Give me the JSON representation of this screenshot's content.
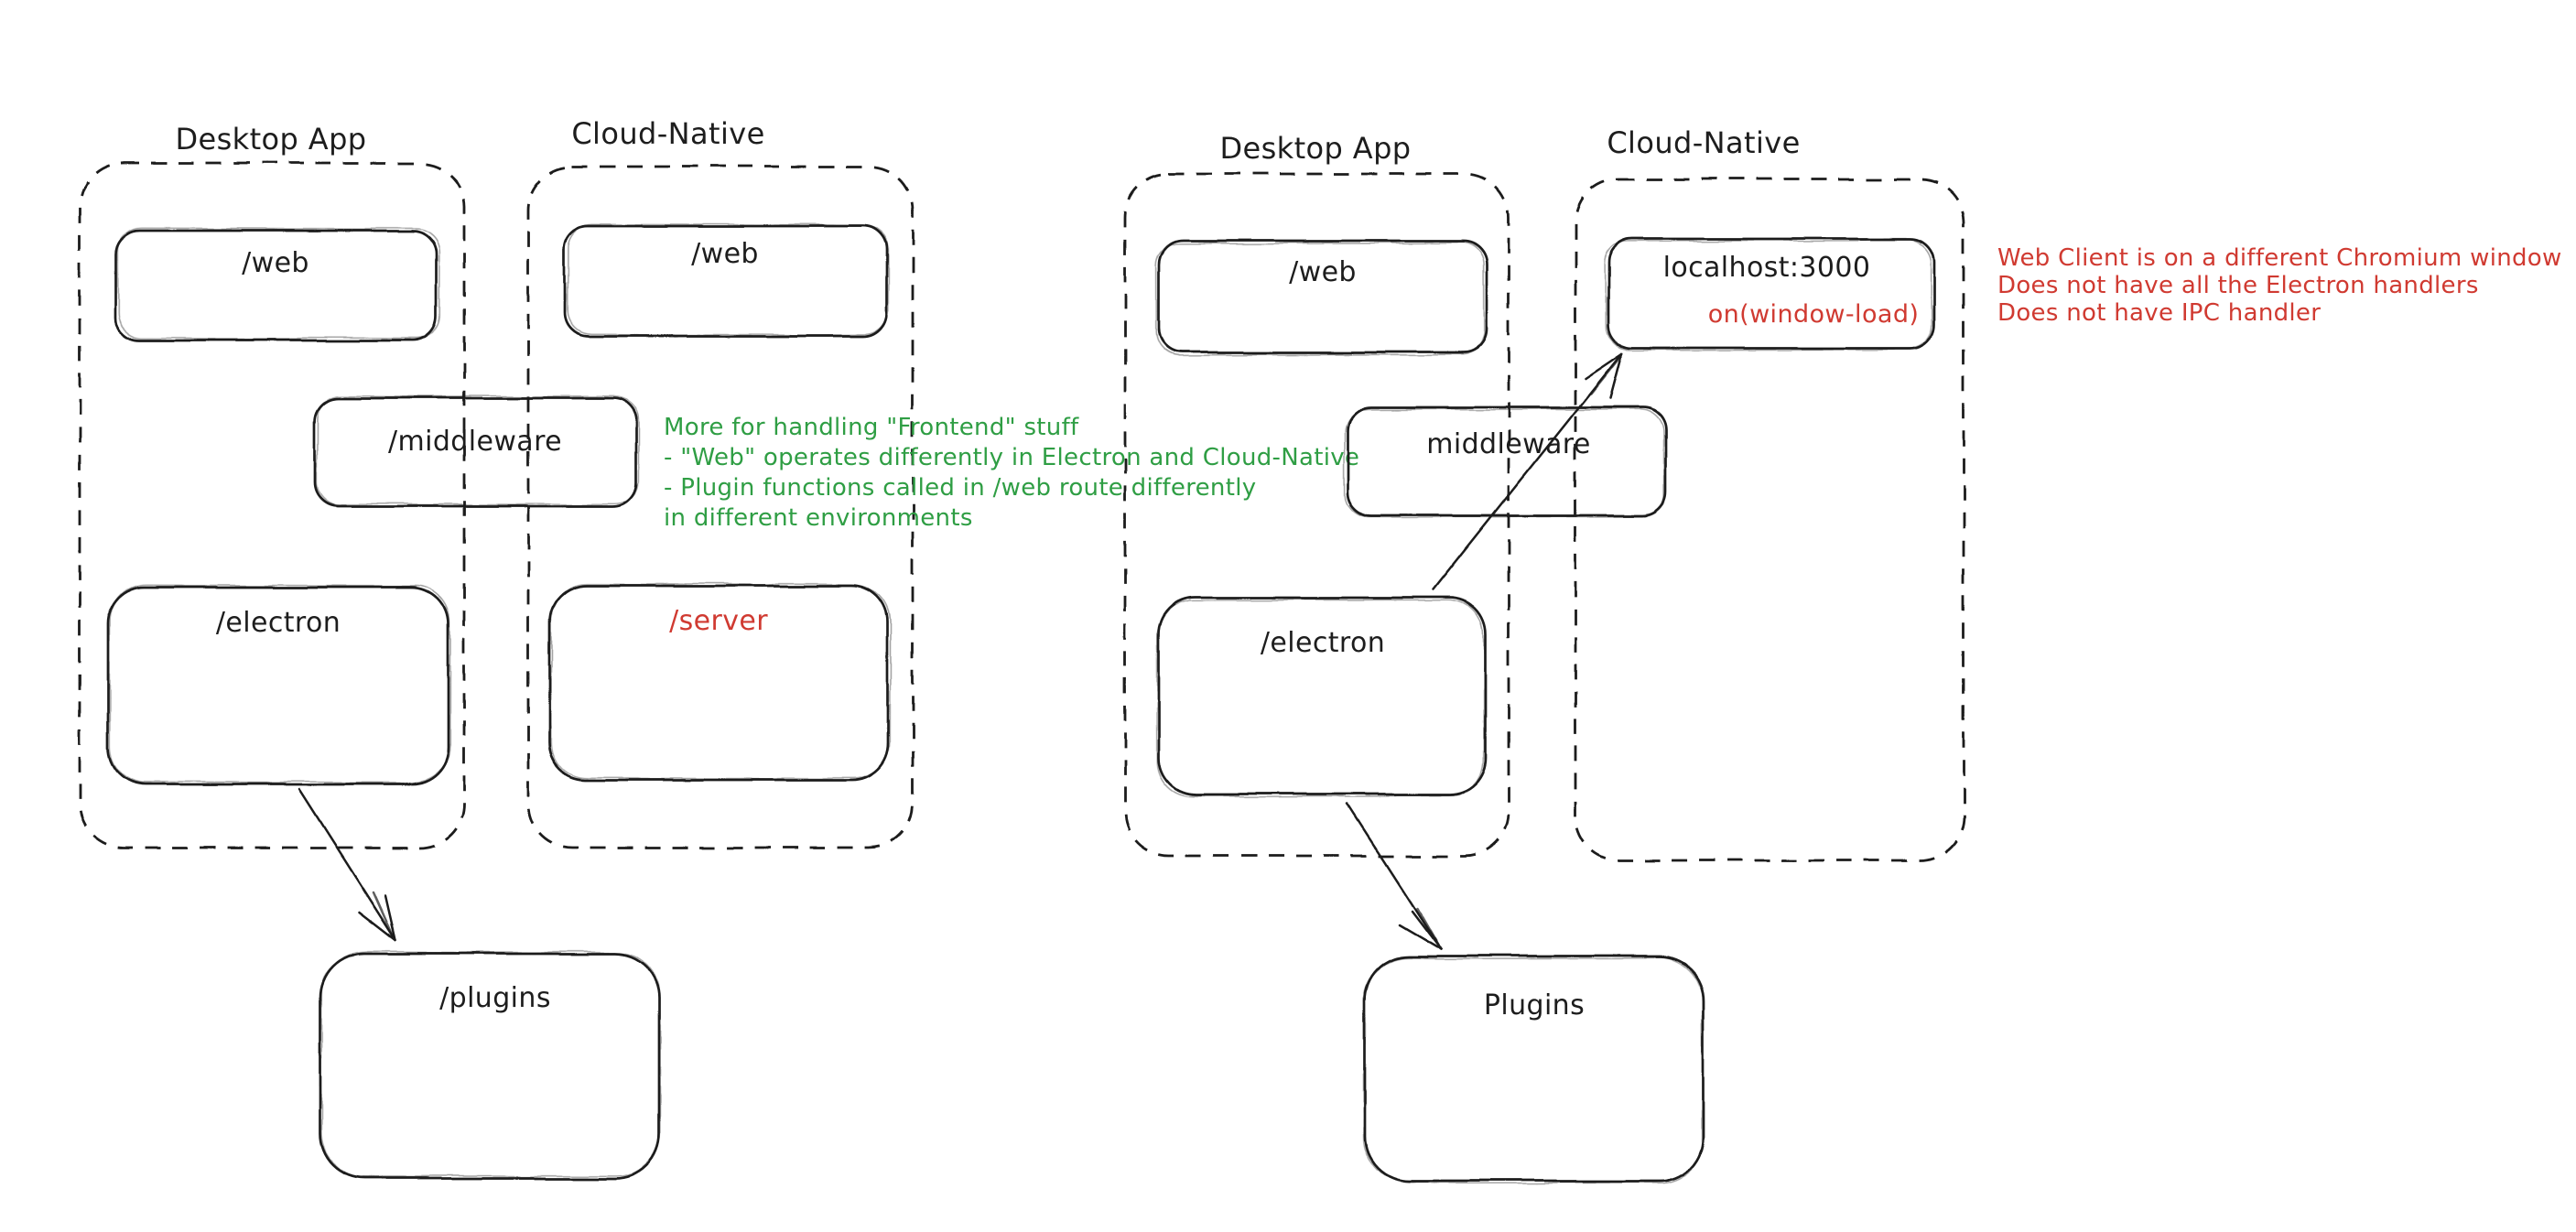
{
  "colors": {
    "background": "#ffffff",
    "ink": "#1d1d1d",
    "green_note": "#2f9e44",
    "red_note": "#d03a31"
  },
  "left_diagram": {
    "desktop_group": {
      "label": "Desktop App",
      "web_box": "/web",
      "electron_box": "/electron"
    },
    "cloud_group": {
      "label": "Cloud-Native",
      "web_box": "/web",
      "server_box": "/server"
    },
    "middleware_box": "/middleware",
    "plugins_box": "/plugins",
    "green_note_lines": [
      "More for handling \"Frontend\" stuff",
      "- \"Web\" operates differently in Electron and Cloud-Native",
      "- Plugin functions called in /web route differently",
      "in different environments"
    ],
    "arrows": [
      {
        "from": "/electron",
        "to": "/plugins"
      }
    ]
  },
  "right_diagram": {
    "desktop_group": {
      "label": "Desktop App",
      "web_box": "/web",
      "electron_box": "/electron"
    },
    "cloud_group": {
      "label": "Cloud-Native",
      "localhost_box": "localhost:3000",
      "localhost_annotation": "on(window-load)"
    },
    "middleware_box": "middleware",
    "plugins_box": "Plugins",
    "red_note_lines": [
      "Web Client is on a different Chromium window",
      "Does not have all the Electron handlers",
      "Does not have IPC handler"
    ],
    "arrows": [
      {
        "from": "/electron",
        "to": "localhost:3000"
      },
      {
        "from": "/electron",
        "to": "Plugins"
      }
    ]
  }
}
